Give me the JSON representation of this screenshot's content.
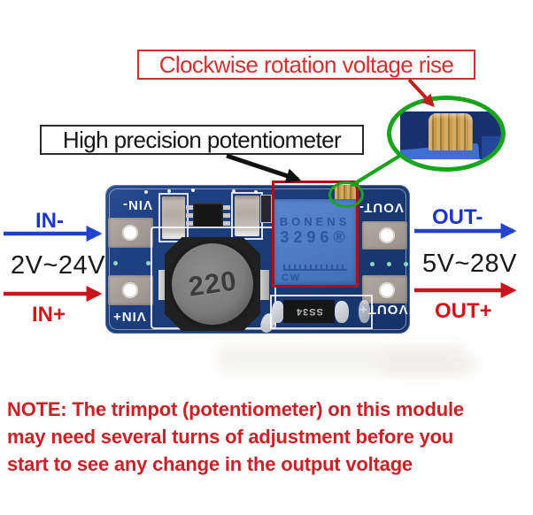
{
  "annotations": {
    "clockwise_box": "Clockwise rotation voltage rise",
    "potentiometer_box": "High precision potentiometer"
  },
  "input": {
    "negative": "IN-",
    "range": "2V~24V",
    "positive": "IN+"
  },
  "output": {
    "negative": "OUT-",
    "range": "5V~28V",
    "positive": "OUT+"
  },
  "pcb": {
    "silkscreen": {
      "vin_minus": "VIN-",
      "vin_plus": "VIN+",
      "vout_minus": "VOUT-",
      "vout_plus": "VOUT+"
    },
    "inductor_marking": "220",
    "potentiometer": {
      "brand": "BONENS",
      "model": "3296®",
      "cw_label": "CW"
    },
    "diode_marking": "SS34"
  },
  "note": {
    "line1": "NOTE: The trimpot (potentiometer) on this module",
    "line2": "may need several turns of adjustment before you",
    "line3": "start to see any change in the output voltage"
  },
  "colors": {
    "annotation_red": "#d43030",
    "note_red": "#cb2026",
    "label_blue": "#1d35cf",
    "label_red": "#d2151c",
    "highlight_green": "#18a51b",
    "highlight_dark_red": "#ad1113",
    "pcb_blue": "#1e3f7e",
    "potentiometer_blue": "#4e7dc6",
    "brass": "#c79a46"
  }
}
